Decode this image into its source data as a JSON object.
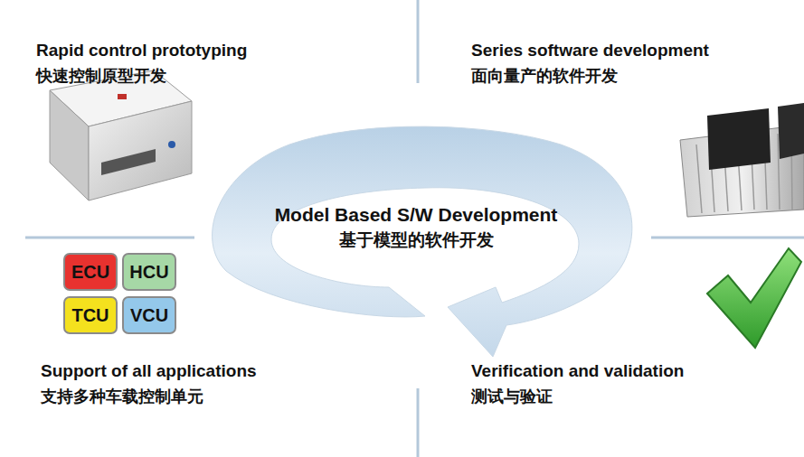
{
  "diagram": {
    "nodes": [
      {
        "text": [
          "Model Based S/W Development",
          "基于模型的软件开发"
        ]
      },
      {
        "text": [
          "ECU"
        ]
      },
      {
        "text": [
          "HCU"
        ]
      },
      {
        "text": [
          "TCU"
        ]
      },
      {
        "text": [
          "VCU"
        ]
      }
    ],
    "labels": [
      "Rapid control prototyping",
      "快速控制原型开发",
      "Series software development",
      "面向量产的软件开发",
      "Support of all applications",
      "支持多种车载控制单元",
      "Verification and validation",
      "测试与验证"
    ]
  }
}
